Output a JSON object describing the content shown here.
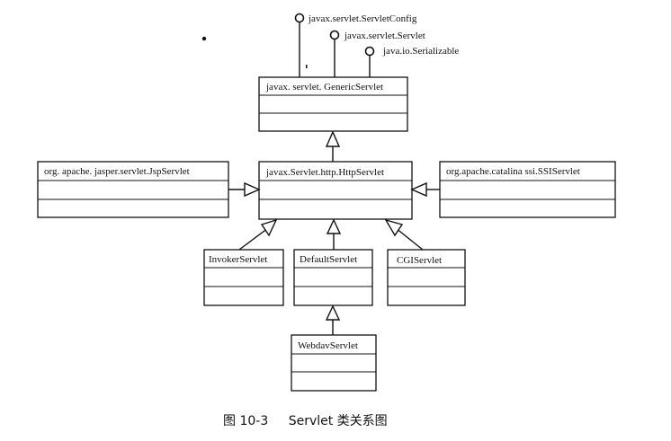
{
  "diagram": {
    "interfaces": [
      {
        "id": "servlet-config",
        "label": "javax.servlet.ServletConfig"
      },
      {
        "id": "servlet",
        "label": "javax.servlet.Servlet"
      },
      {
        "id": "serializable",
        "label": "java.io.Serializable"
      }
    ],
    "classes": [
      {
        "id": "generic-servlet",
        "label": "javax. servlet. GenericServlet"
      },
      {
        "id": "http-servlet",
        "label": "javax.Servlet.http.HttpServlet"
      },
      {
        "id": "jsp-servlet",
        "label": "org. apache. jasper.servlet.JspServlet"
      },
      {
        "id": "ssi-servlet",
        "label": "org.apache.catalina ssi.SSIServlet"
      },
      {
        "id": "invoker-servlet",
        "label": "InvokerServlet"
      },
      {
        "id": "default-servlet",
        "label": "DefaultServlet"
      },
      {
        "id": "cgi-servlet",
        "label": "CGIServlet"
      },
      {
        "id": "webdav-servlet",
        "label": "WebdavServlet"
      }
    ],
    "relations": [
      {
        "from": "http-servlet",
        "to": "generic-servlet",
        "kind": "inheritance"
      },
      {
        "from": "jsp-servlet",
        "to": "http-servlet",
        "kind": "inheritance"
      },
      {
        "from": "ssi-servlet",
        "to": "http-servlet",
        "kind": "inheritance"
      },
      {
        "from": "invoker-servlet",
        "to": "http-servlet",
        "kind": "inheritance"
      },
      {
        "from": "default-servlet",
        "to": "http-servlet",
        "kind": "inheritance"
      },
      {
        "from": "cgi-servlet",
        "to": "http-servlet",
        "kind": "inheritance"
      },
      {
        "from": "webdav-servlet",
        "to": "default-servlet",
        "kind": "inheritance"
      },
      {
        "from": "generic-servlet",
        "to": "servlet-config",
        "kind": "realization"
      },
      {
        "from": "generic-servlet",
        "to": "servlet",
        "kind": "realization"
      },
      {
        "from": "generic-servlet",
        "to": "serializable",
        "kind": "realization"
      }
    ]
  },
  "caption": {
    "figure_number": "图 10-3",
    "title": "Servlet 类关系图"
  }
}
